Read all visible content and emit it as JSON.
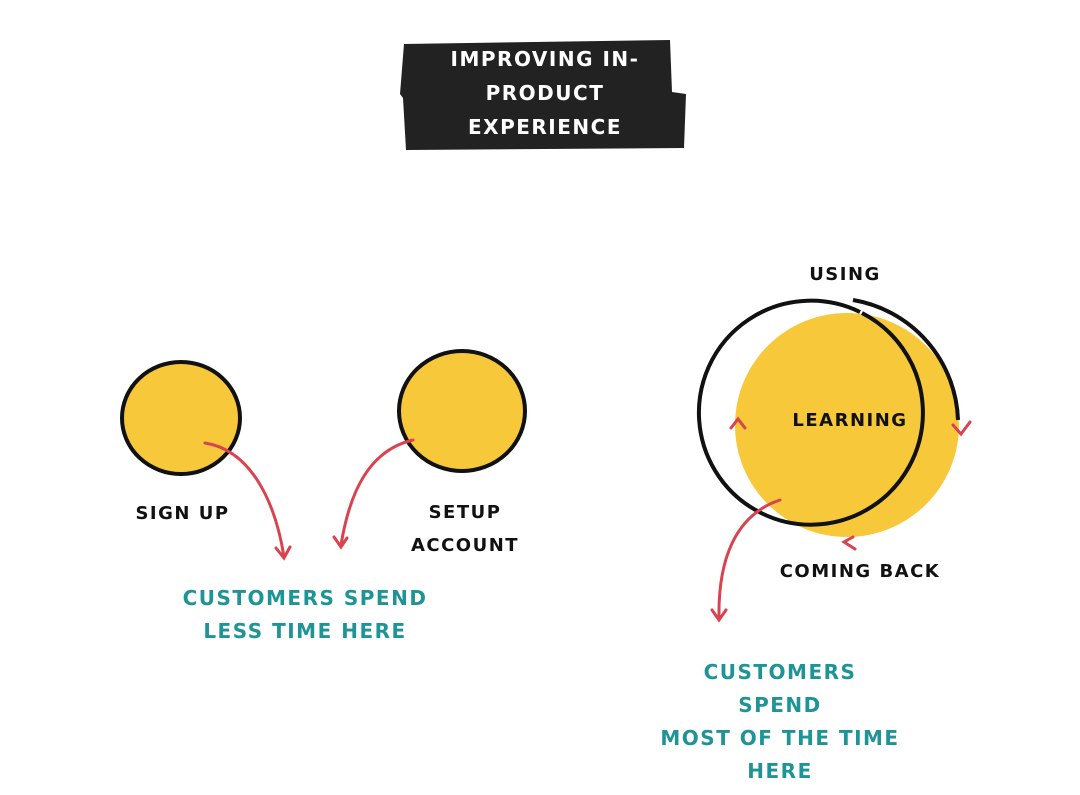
{
  "title": "Improving in-product experience",
  "title_lines": [
    "Improving in-",
    "product",
    "experience"
  ],
  "nodes": {
    "sign_up": "Sign up",
    "setup_account": [
      "Setup",
      "account"
    ],
    "learning": "Learning",
    "using": "Using",
    "coming_back": "Coming back"
  },
  "notes": {
    "less": [
      "Customers spend",
      "less time here"
    ],
    "most": [
      "Customers spend",
      "most of the time",
      "here"
    ]
  },
  "colors": {
    "circle_fill": "#f7c83a",
    "outline": "#111111",
    "arrow": "#d9434f",
    "note_text": "#1e9496",
    "title_bg": "#222222"
  }
}
